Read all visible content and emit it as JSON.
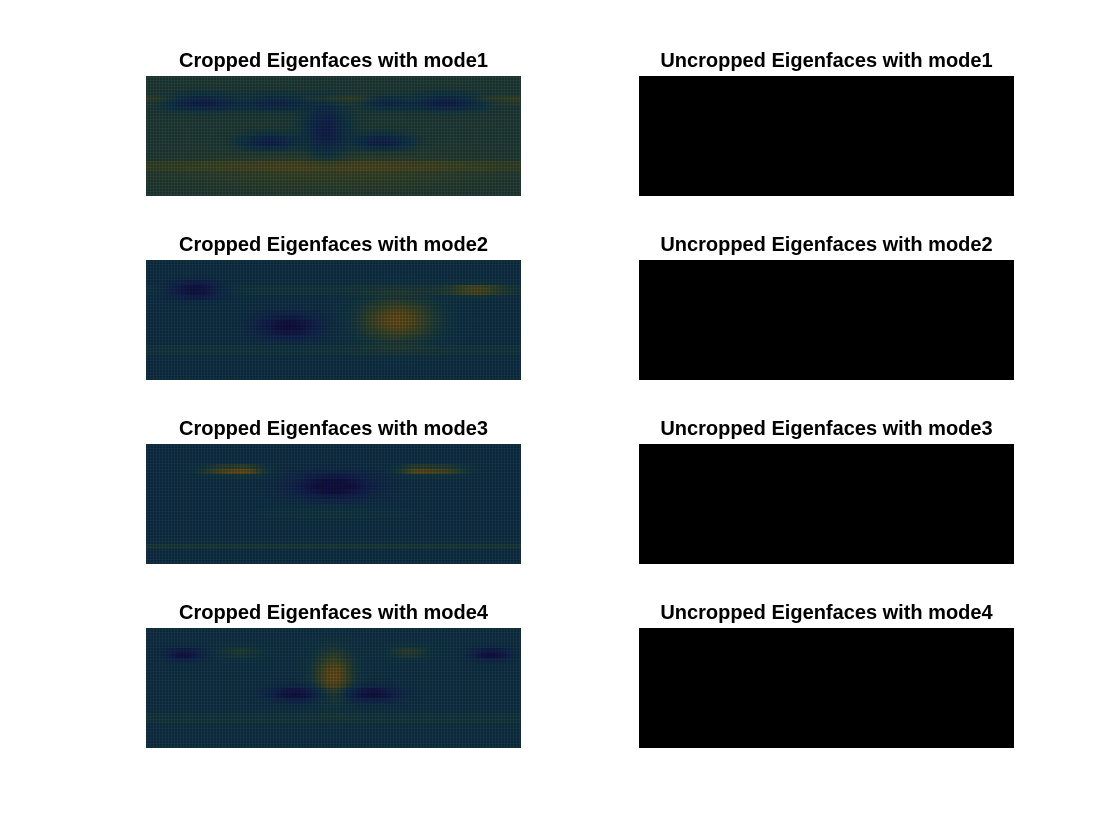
{
  "chart_data": [
    {
      "type": "heatmap",
      "title": "Cropped Eigenfaces with mode1",
      "xlabel": "",
      "ylabel": "",
      "grid": true,
      "colormap": "parula (dark shading)",
      "rendering": "eigenface surface with mesh grid",
      "features": [
        {
          "fx": 0.15,
          "fy": 0.22,
          "sx": 0.09,
          "sy": 0.06,
          "v": -0.9
        },
        {
          "fx": 0.35,
          "fy": 0.22,
          "sx": 0.09,
          "sy": 0.06,
          "v": -0.7
        },
        {
          "fx": 0.8,
          "fy": 0.22,
          "sx": 0.09,
          "sy": 0.06,
          "v": -0.9
        },
        {
          "fx": 0.64,
          "fy": 0.22,
          "sx": 0.06,
          "sy": 0.05,
          "v": -0.6
        },
        {
          "fx": 0.48,
          "fy": 0.45,
          "sx": 0.05,
          "sy": 0.2,
          "v": -0.8
        },
        {
          "fx": 0.33,
          "fy": 0.55,
          "sx": 0.07,
          "sy": 0.06,
          "v": -0.75
        },
        {
          "fx": 0.63,
          "fy": 0.55,
          "sx": 0.07,
          "sy": 0.06,
          "v": -0.75
        },
        {
          "fx": 0.5,
          "fy": 0.8,
          "sx": 0.4,
          "sy": 0.15,
          "v": 0.25
        }
      ],
      "base": 0.35,
      "stripes": [
        0.2,
        0.75
      ]
    },
    {
      "type": "heatmap",
      "title": "Uncropped Eigenfaces with mode1",
      "xlabel": "",
      "ylabel": "",
      "grid": false,
      "colormap": "black",
      "features": [],
      "base": -1
    },
    {
      "type": "heatmap",
      "title": "Cropped Eigenfaces with mode2",
      "xlabel": "",
      "ylabel": "",
      "grid": true,
      "colormap": "parula (dark shading)",
      "rendering": "eigenface surface with mesh grid",
      "features": [
        {
          "fx": 0.13,
          "fy": 0.25,
          "sx": 0.07,
          "sy": 0.07,
          "v": -1.0
        },
        {
          "fx": 0.38,
          "fy": 0.55,
          "sx": 0.08,
          "sy": 0.1,
          "v": -0.9
        },
        {
          "fx": 0.67,
          "fy": 0.5,
          "sx": 0.1,
          "sy": 0.18,
          "v": 0.85
        },
        {
          "fx": 0.88,
          "fy": 0.25,
          "sx": 0.07,
          "sy": 0.05,
          "v": 0.6
        }
      ],
      "base": -0.25,
      "stripes": [
        0.25,
        0.75
      ]
    },
    {
      "type": "heatmap",
      "title": "Uncropped Eigenfaces with mode2",
      "xlabel": "",
      "ylabel": "",
      "grid": false,
      "colormap": "black",
      "features": [],
      "base": -1
    },
    {
      "type": "heatmap",
      "title": "Cropped Eigenfaces with mode3",
      "xlabel": "",
      "ylabel": "",
      "grid": true,
      "colormap": "parula (dark shading)",
      "rendering": "eigenface surface with mesh grid",
      "features": [
        {
          "fx": 0.2,
          "fy": 0.22,
          "sx": 0.06,
          "sy": 0.04,
          "v": 0.6
        },
        {
          "fx": 0.27,
          "fy": 0.22,
          "sx": 0.05,
          "sy": 0.04,
          "v": 0.7
        },
        {
          "fx": 0.72,
          "fy": 0.22,
          "sx": 0.05,
          "sy": 0.04,
          "v": 0.7
        },
        {
          "fx": 0.8,
          "fy": 0.22,
          "sx": 0.06,
          "sy": 0.04,
          "v": 0.6
        },
        {
          "fx": 0.5,
          "fy": 0.35,
          "sx": 0.1,
          "sy": 0.1,
          "v": -1.0
        },
        {
          "fx": 0.5,
          "fy": 0.58,
          "sx": 0.2,
          "sy": 0.05,
          "v": 0.2
        }
      ],
      "base": -0.3,
      "stripes": [
        0.85
      ]
    },
    {
      "type": "heatmap",
      "title": "Uncropped Eigenfaces with mode3",
      "xlabel": "",
      "ylabel": "",
      "grid": false,
      "colormap": "black",
      "features": [],
      "base": -1
    },
    {
      "type": "heatmap",
      "title": "Cropped Eigenfaces with mode4",
      "xlabel": "",
      "ylabel": "",
      "grid": true,
      "colormap": "parula (dark shading)",
      "rendering": "eigenface surface with mesh grid",
      "features": [
        {
          "fx": 0.1,
          "fy": 0.22,
          "sx": 0.05,
          "sy": 0.05,
          "v": -0.8
        },
        {
          "fx": 0.25,
          "fy": 0.2,
          "sx": 0.06,
          "sy": 0.05,
          "v": 0.3
        },
        {
          "fx": 0.7,
          "fy": 0.2,
          "sx": 0.05,
          "sy": 0.05,
          "v": 0.4
        },
        {
          "fx": 0.92,
          "fy": 0.22,
          "sx": 0.05,
          "sy": 0.05,
          "v": -0.9
        },
        {
          "fx": 0.5,
          "fy": 0.4,
          "sx": 0.05,
          "sy": 0.2,
          "v": 0.85
        },
        {
          "fx": 0.4,
          "fy": 0.55,
          "sx": 0.07,
          "sy": 0.06,
          "v": -0.9
        },
        {
          "fx": 0.6,
          "fy": 0.55,
          "sx": 0.07,
          "sy": 0.06,
          "v": -0.9
        }
      ],
      "base": -0.2,
      "stripes": [
        0.75
      ]
    },
    {
      "type": "heatmap",
      "title": "Uncropped Eigenfaces with mode4",
      "xlabel": "",
      "ylabel": "",
      "grid": false,
      "colormap": "black",
      "features": [],
      "base": -1
    }
  ],
  "colors": {
    "background": "#ffffff",
    "title_text": "#000000",
    "empty_plot": "#000000",
    "mesh_grid": "#000000"
  }
}
